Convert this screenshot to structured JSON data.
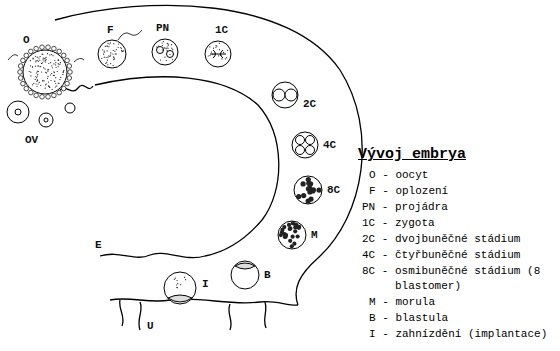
{
  "diagram": {
    "title": "Vývoj embrya",
    "labels": [
      "O",
      "F",
      "PN",
      "1C",
      "2C",
      "4C",
      "8C",
      "M",
      "B",
      "I",
      "E",
      "U",
      "OV"
    ],
    "legend": [
      {
        "text": "O - oocyt"
      },
      {
        "text": "F - oplození"
      },
      {
        "text": "PN - projádra"
      },
      {
        "text": "1C - zygota"
      },
      {
        "text": "2C - dvojbuněčné stádium"
      },
      {
        "text": "4C - čtyřbuněčné stádium"
      },
      {
        "text": "8C - osmibuněčné stádium (8 blastomer)"
      },
      {
        "text": "M - morula"
      },
      {
        "text": "B - blastula"
      },
      {
        "text": "I - zahnízdění (implantace)"
      }
    ]
  }
}
